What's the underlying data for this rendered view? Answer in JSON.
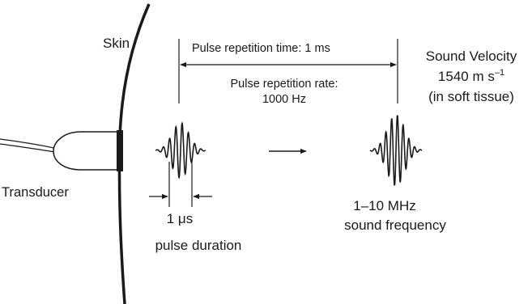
{
  "labels": {
    "skin": "Skin",
    "transducer": "Transducer",
    "pulse_repetition_time": "Pulse repetition time: 1 ms",
    "pulse_repetition_rate_line1": "Pulse repetition rate:",
    "pulse_repetition_rate_line2": "1000 Hz",
    "sound_velocity_line1": "Sound Velocity",
    "sound_velocity_line2": "1540 m s",
    "sound_velocity_exponent": "–1",
    "sound_velocity_line3": "(in soft tissue)",
    "pulse_length_value": "1 μs",
    "pulse_duration": "pulse duration",
    "frequency_value": "1–10 MHz",
    "frequency_label": "sound frequency"
  },
  "colors": {
    "ink": "#1a1a1a",
    "background": "#ffffff"
  }
}
